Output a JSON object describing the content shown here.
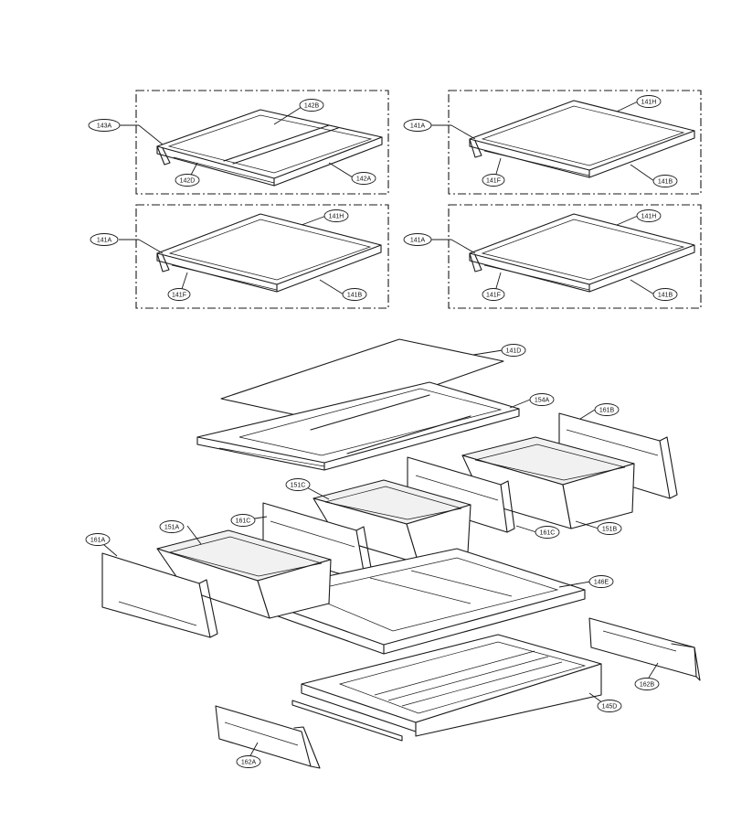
{
  "callouts": {
    "c143A": "143A",
    "c142B": "142B",
    "c142D": "142D",
    "c142A": "142A",
    "c141A_1": "141A",
    "c141H_1": "141H",
    "c141F_1": "141F",
    "c141B_1": "141B",
    "c141A_2": "141A",
    "c141H_2": "141H",
    "c141F_2": "141F",
    "c141B_2": "141B",
    "c141A_3": "141A",
    "c141H_3": "141H",
    "c141F_3": "141F",
    "c141B_3": "141B",
    "c141D": "141D",
    "c154A": "154A",
    "c161B": "161B",
    "c151C": "151C",
    "c161C_1": "161C",
    "c161C_2": "161C",
    "c151B": "151B",
    "c161A": "161A",
    "c151A": "151A",
    "c146E": "146E",
    "c162B": "162B",
    "c145D": "145D",
    "c162A": "162A"
  }
}
